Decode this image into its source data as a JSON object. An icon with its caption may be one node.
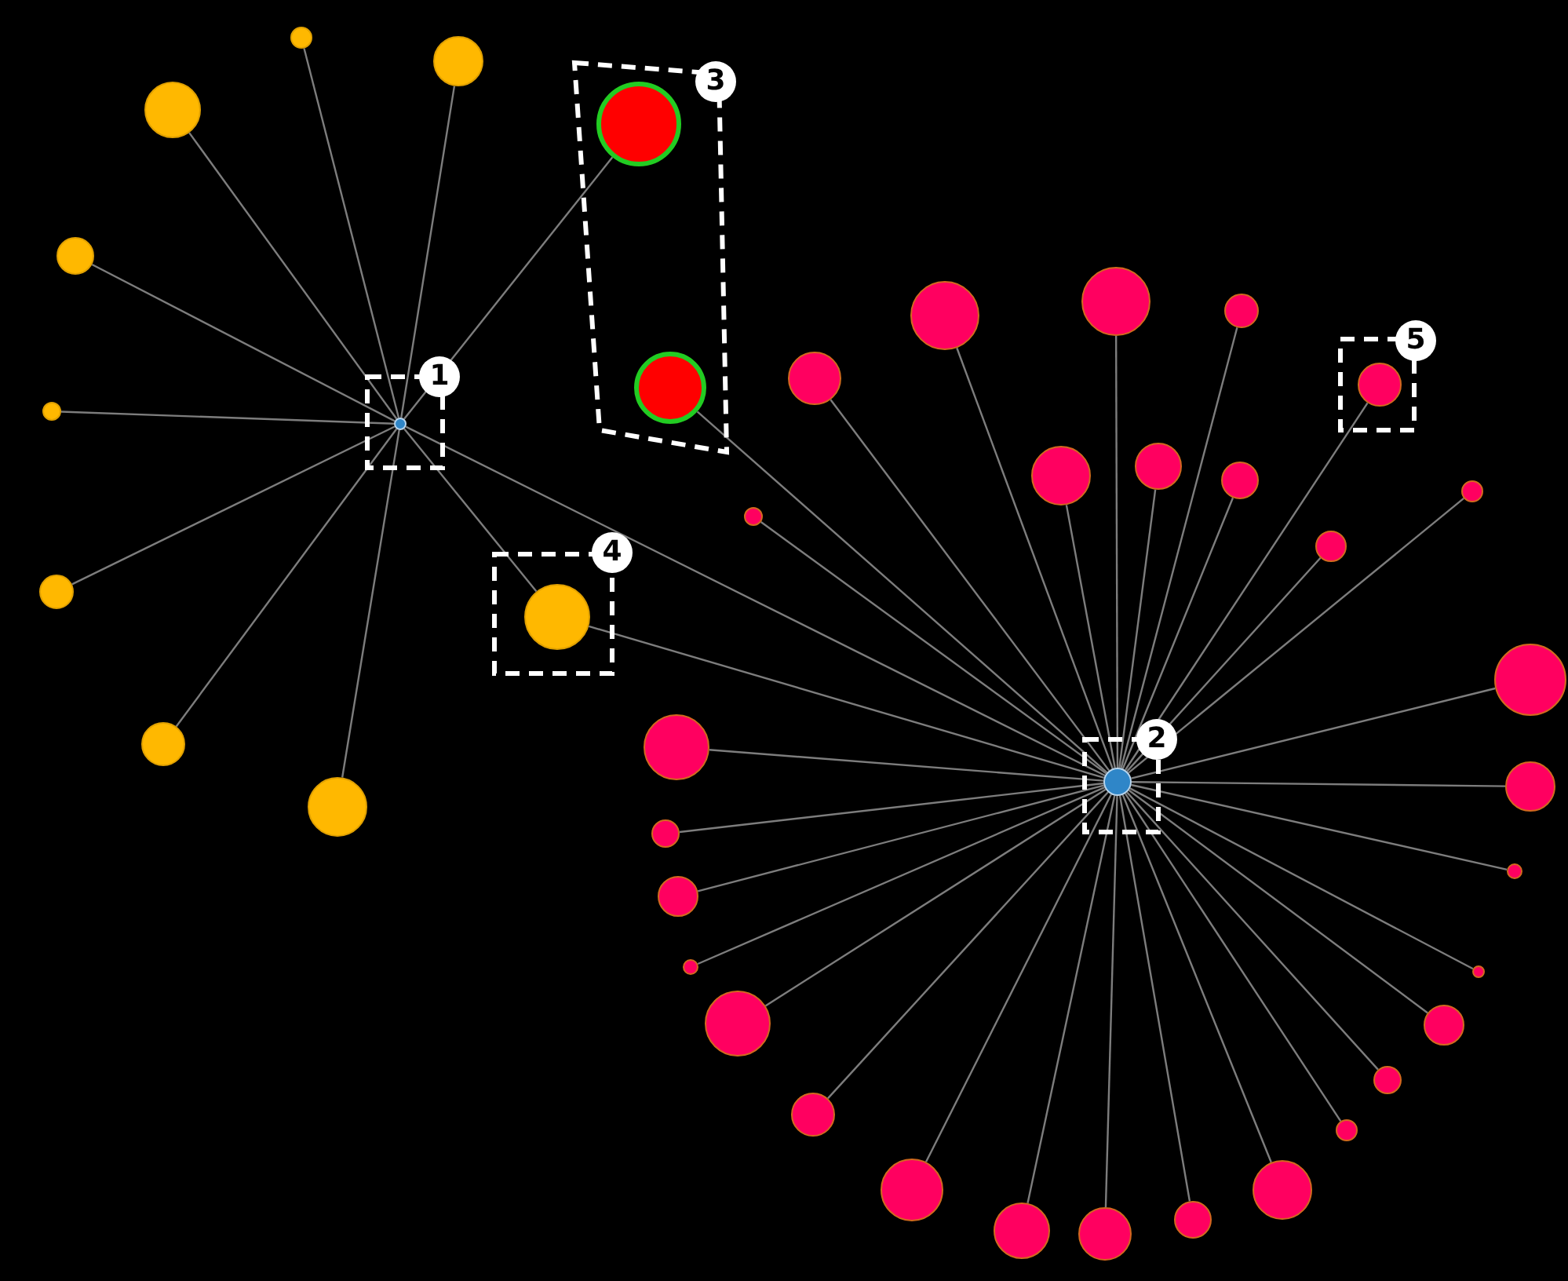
{
  "diagram": {
    "nodes": [
      {
        "text": [
          "1"
        ]
      },
      {
        "text": [],
        "shape": "circle",
        "in": 0
      },
      {
        "text": [
          "2"
        ]
      },
      {
        "text": [],
        "shape": "circle",
        "in": 2
      },
      {
        "text": [
          "3"
        ]
      },
      {
        "text": [],
        "shape": "circle",
        "in": 4
      },
      {
        "text": [],
        "shape": "circle",
        "in": 4
      },
      {
        "text": [
          "4"
        ]
      },
      {
        "text": [],
        "shape": "circle",
        "in": 7
      },
      {
        "text": [
          "5"
        ]
      },
      {
        "text": [],
        "shape": "circle",
        "in": 9
      },
      {
        "text": [],
        "shape": "circle"
      },
      {
        "text": [],
        "shape": "circle"
      },
      {
        "text": [],
        "shape": "circle"
      },
      {
        "text": [],
        "shape": "circle"
      },
      {
        "text": [],
        "shape": "circle"
      },
      {
        "text": [],
        "shape": "circle"
      },
      {
        "text": [],
        "shape": "circle"
      },
      {
        "text": [],
        "shape": "circle"
      },
      {
        "text": [],
        "shape": "circle"
      },
      {
        "text": [],
        "shape": "circle"
      },
      {
        "text": [],
        "shape": "circle"
      },
      {
        "text": [],
        "shape": "circle"
      },
      {
        "text": [],
        "shape": "circle"
      },
      {
        "text": [],
        "shape": "circle"
      },
      {
        "text": [],
        "shape": "circle"
      },
      {
        "text": [],
        "shape": "circle"
      },
      {
        "text": [],
        "shape": "circle"
      },
      {
        "text": [],
        "shape": "circle"
      },
      {
        "text": [],
        "shape": "circle"
      },
      {
        "text": [],
        "shape": "circle"
      },
      {
        "text": [],
        "shape": "circle"
      },
      {
        "text": [],
        "shape": "circle"
      },
      {
        "text": [],
        "shape": "circle"
      },
      {
        "text": [],
        "shape": "circle"
      },
      {
        "text": [],
        "shape": "circle"
      },
      {
        "text": [],
        "shape": "circle"
      },
      {
        "text": [],
        "shape": "circle"
      },
      {
        "text": [],
        "shape": "circle"
      },
      {
        "text": [],
        "shape": "circle"
      },
      {
        "text": [],
        "shape": "circle"
      },
      {
        "text": [],
        "shape": "circle"
      },
      {
        "text": [],
        "shape": "circle"
      },
      {
        "text": [],
        "shape": "circle"
      },
      {
        "text": [],
        "shape": "circle"
      },
      {
        "text": [],
        "shape": "circle"
      },
      {
        "text": [],
        "shape": "circle"
      }
    ],
    "edges": [
      {
        "from": 1,
        "to": 11,
        "arrow": "none"
      },
      {
        "from": 1,
        "to": 12,
        "arrow": "none"
      },
      {
        "from": 1,
        "to": 13,
        "arrow": "none"
      },
      {
        "from": 1,
        "to": 14,
        "arrow": "none"
      },
      {
        "from": 1,
        "to": 15,
        "arrow": "none"
      },
      {
        "from": 1,
        "to": 16,
        "arrow": "none"
      },
      {
        "from": 1,
        "to": 17,
        "arrow": "none"
      },
      {
        "from": 1,
        "to": 18,
        "arrow": "none"
      },
      {
        "from": 1,
        "to": 5,
        "arrow": "none"
      },
      {
        "from": 1,
        "to": 8,
        "arrow": "none"
      },
      {
        "from": 1,
        "to": 3,
        "arrow": "none"
      },
      {
        "from": 8,
        "to": 3,
        "arrow": "none"
      },
      {
        "from": 6,
        "to": 3,
        "arrow": "none"
      },
      {
        "from": 10,
        "to": 3,
        "arrow": "none"
      },
      {
        "from": 19,
        "to": 3,
        "arrow": "none"
      },
      {
        "from": 20,
        "to": 3,
        "arrow": "none"
      },
      {
        "from": 21,
        "to": 3,
        "arrow": "none"
      },
      {
        "from": 22,
        "to": 3,
        "arrow": "none"
      },
      {
        "from": 23,
        "to": 3,
        "arrow": "none"
      },
      {
        "from": 24,
        "to": 3,
        "arrow": "none"
      },
      {
        "from": 25,
        "to": 3,
        "arrow": "none"
      },
      {
        "from": 26,
        "to": 3,
        "arrow": "none"
      },
      {
        "from": 27,
        "to": 3,
        "arrow": "none"
      },
      {
        "from": 28,
        "to": 3,
        "arrow": "none"
      },
      {
        "from": 29,
        "to": 3,
        "arrow": "none"
      },
      {
        "from": 30,
        "to": 3,
        "arrow": "none"
      },
      {
        "from": 31,
        "to": 3,
        "arrow": "none"
      },
      {
        "from": 32,
        "to": 3,
        "arrow": "none"
      },
      {
        "from": 33,
        "to": 3,
        "arrow": "none"
      },
      {
        "from": 34,
        "to": 3,
        "arrow": "none"
      },
      {
        "from": 35,
        "to": 3,
        "arrow": "none"
      },
      {
        "from": 36,
        "to": 3,
        "arrow": "none"
      },
      {
        "from": 37,
        "to": 3,
        "arrow": "none"
      },
      {
        "from": 38,
        "to": 3,
        "arrow": "none"
      },
      {
        "from": 39,
        "to": 3,
        "arrow": "none"
      },
      {
        "from": 40,
        "to": 3,
        "arrow": "none"
      },
      {
        "from": 41,
        "to": 3,
        "arrow": "none"
      },
      {
        "from": 42,
        "to": 3,
        "arrow": "none"
      },
      {
        "from": 43,
        "to": 3,
        "arrow": "none"
      },
      {
        "from": 44,
        "to": 3,
        "arrow": "none"
      },
      {
        "from": 45,
        "to": 3,
        "arrow": "none"
      },
      {
        "from": 46,
        "to": 3,
        "arrow": "none"
      }
    ]
  }
}
